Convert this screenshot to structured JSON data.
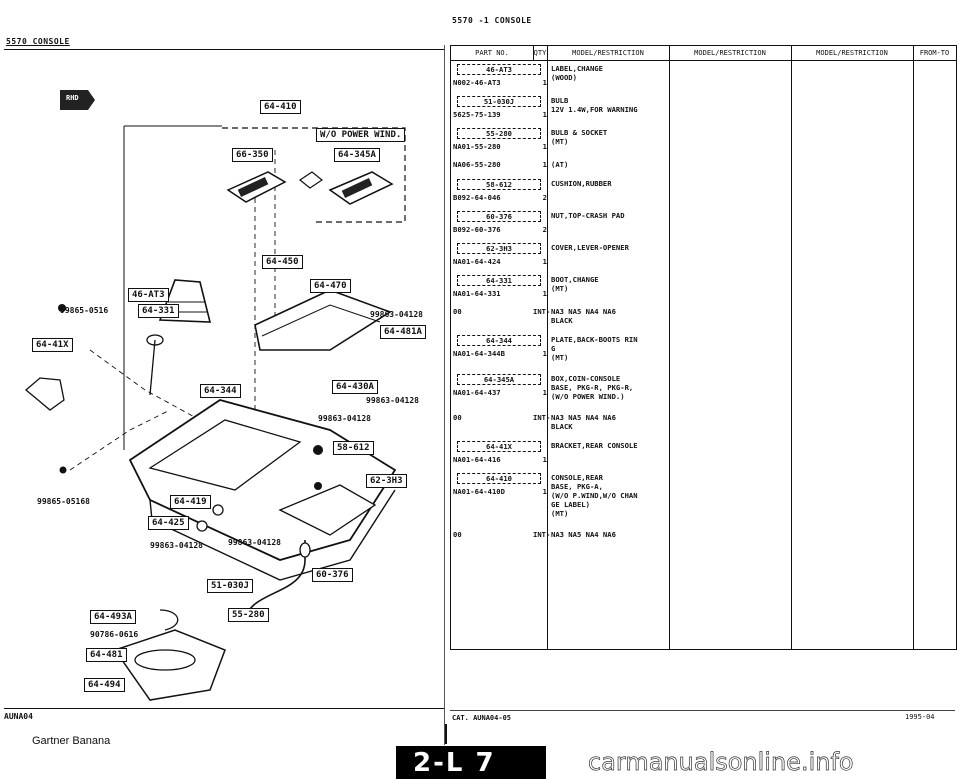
{
  "page": {
    "top_title": "5570 -1 CONSOLE",
    "section_title": "5570 CONSOLE",
    "cat_label": "CAT. AUNA04-05",
    "date_code": "1995-04",
    "bottom_left": "AUNA04",
    "credit": "Gartner Banana",
    "banner": "2-L 7",
    "watermark": "carmanualsonline.info"
  },
  "diagram": {
    "rhd_label": "RHD",
    "callouts": [
      "64-410",
      "W/O POWER WIND.",
      "66-350",
      "64-345A",
      "64-450",
      "64-470",
      "46-AT3",
      "64-331",
      "64-481A",
      "64-41X",
      "64-344",
      "64-430A",
      "58-612",
      "62-3H3",
      "64-419",
      "64-425",
      "51-030J",
      "55-280",
      "60-376",
      "64-493A",
      "64-481",
      "64-494"
    ],
    "part_numbers": [
      "99865-0516",
      "99863-04128",
      "99863-04128",
      "99863-04128",
      "99865-05168",
      "99863-04128",
      "99863-04128",
      "90786-0616"
    ]
  },
  "table": {
    "headers": [
      "PART NO.",
      "QTY",
      "MODEL/RESTRICTION",
      "MODEL/RESTRICTION",
      "MODEL/RESTRICTION",
      "FROM-TO"
    ],
    "rows": [
      {
        "box": "46-AT3",
        "part_no": "N002-46-AT3",
        "qty": "1",
        "desc": "LABEL,CHANGE\n(WOOD)"
      },
      {
        "box": "51-030J",
        "part_no": "5625-75-139",
        "qty": "1",
        "desc": "BULB\n12V 1.4W,FOR WARNING"
      },
      {
        "box": "55-280",
        "part_no": "NA01-55-280",
        "qty": "1",
        "desc": "BULB & SOCKET\n(MT)"
      },
      {
        "box": "",
        "part_no": "NA06-55-280",
        "qty": "1",
        "desc": "(AT)"
      },
      {
        "box": "58-612",
        "part_no": "B092-64-046",
        "qty": "2",
        "desc": "CUSHION,RUBBER"
      },
      {
        "box": "60-376",
        "part_no": "B092-60-376",
        "qty": "2",
        "desc": "NUT,TOP-CRASH PAD"
      },
      {
        "box": "62-3H3",
        "part_no": "NA01-64-424",
        "qty": "1",
        "desc": "COVER,LEVER-OPENER"
      },
      {
        "box": "64-331",
        "part_no": "NA01-64-331",
        "qty": "1",
        "desc": "BOOT,CHANGE\n(MT)"
      },
      {
        "box": "",
        "part_no": "00",
        "qty": "INT-",
        "desc": "NA3 NA5 NA4 NA6\nBLACK"
      },
      {
        "box": "64-344",
        "part_no": "NA01-64-344B",
        "qty": "1",
        "desc": "PLATE,BACK-BOOTS RIN\nG\n(MT)"
      },
      {
        "box": "64-345A",
        "part_no": "NA01-64-437",
        "qty": "1",
        "desc": "BOX,COIN-CONSOLE\nBASE, PKG-R, PKG-R,\n(W/O POWER WIND.)"
      },
      {
        "box": "",
        "part_no": "00",
        "qty": "INT-",
        "desc": "NA3 NA5 NA4 NA6\nBLACK"
      },
      {
        "box": "64-41X",
        "part_no": "NA01-64-416",
        "qty": "1",
        "desc": "BRACKET,REAR CONSOLE"
      },
      {
        "box": "64-410",
        "part_no": "NA01-64-410D",
        "qty": "1",
        "desc": "CONSOLE,REAR\nBASE, PKG-A,\n(W/O P.WIND,W/O CHAN\nGE LABEL)\n(MT)"
      },
      {
        "box": "",
        "part_no": "00",
        "qty": "INT-",
        "desc": "NA3 NA5 NA4 NA6"
      }
    ]
  }
}
